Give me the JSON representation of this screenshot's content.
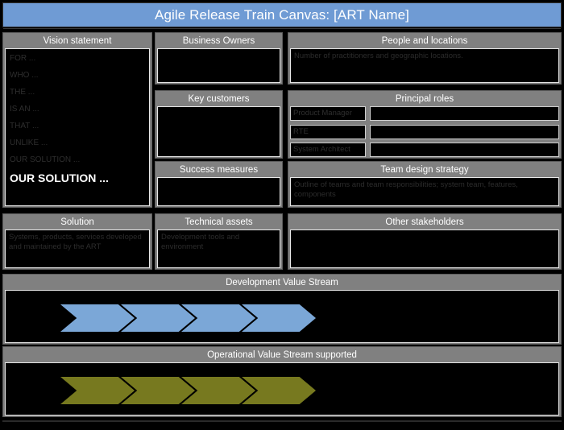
{
  "title": "Agile Release Train Canvas: [ART Name]",
  "colors": {
    "title_bar": "#6f9bd4",
    "panel_header": "#808080",
    "panel_body": "#000000",
    "dev_chevron": "#7ba7d7",
    "ops_chevron": "#77791f",
    "header_text": "#ffffff",
    "body_text": "#2e2e2e"
  },
  "panels": {
    "vision": {
      "header": "Vision statement",
      "lines": [
        "FOR ...",
        "WHO ...",
        "THE ...",
        "IS AN ...",
        "THAT ...",
        "UNLIKE ...",
        "OUR SOLUTION ..."
      ],
      "emphasis": "OUR SOLUTION ..."
    },
    "business_owners": {
      "header": "Business Owners",
      "body": ""
    },
    "key_customers": {
      "header": "Key customers",
      "body": ""
    },
    "success_measures": {
      "header": "Success measures",
      "body": ""
    },
    "people_and_locations": {
      "header": "People and locations",
      "body": "Number of practitioners and geographic locations."
    },
    "principal_roles": {
      "header": "Principal roles",
      "rows": [
        {
          "role": "Product Manager",
          "value": ""
        },
        {
          "role": "RTE",
          "value": ""
        },
        {
          "role": "System Architect",
          "value": ""
        }
      ]
    },
    "team_design_strategy": {
      "header": "Team design strategy",
      "body": "Outline of teams and team responsibilities; system team, features, components"
    },
    "solution": {
      "header": "Solution",
      "body": "Systems, products, services developed and maintained by the ART"
    },
    "technical_assets": {
      "header": "Technical assets",
      "body": "Development tools and environment"
    },
    "other_stakeholders": {
      "header": "Other stakeholders",
      "body": ""
    },
    "development_value_stream": {
      "header": "Development Value Stream",
      "chevron_count": 4
    },
    "operational_value_stream": {
      "header": "Operational Value Stream supported",
      "chevron_count": 4
    }
  }
}
